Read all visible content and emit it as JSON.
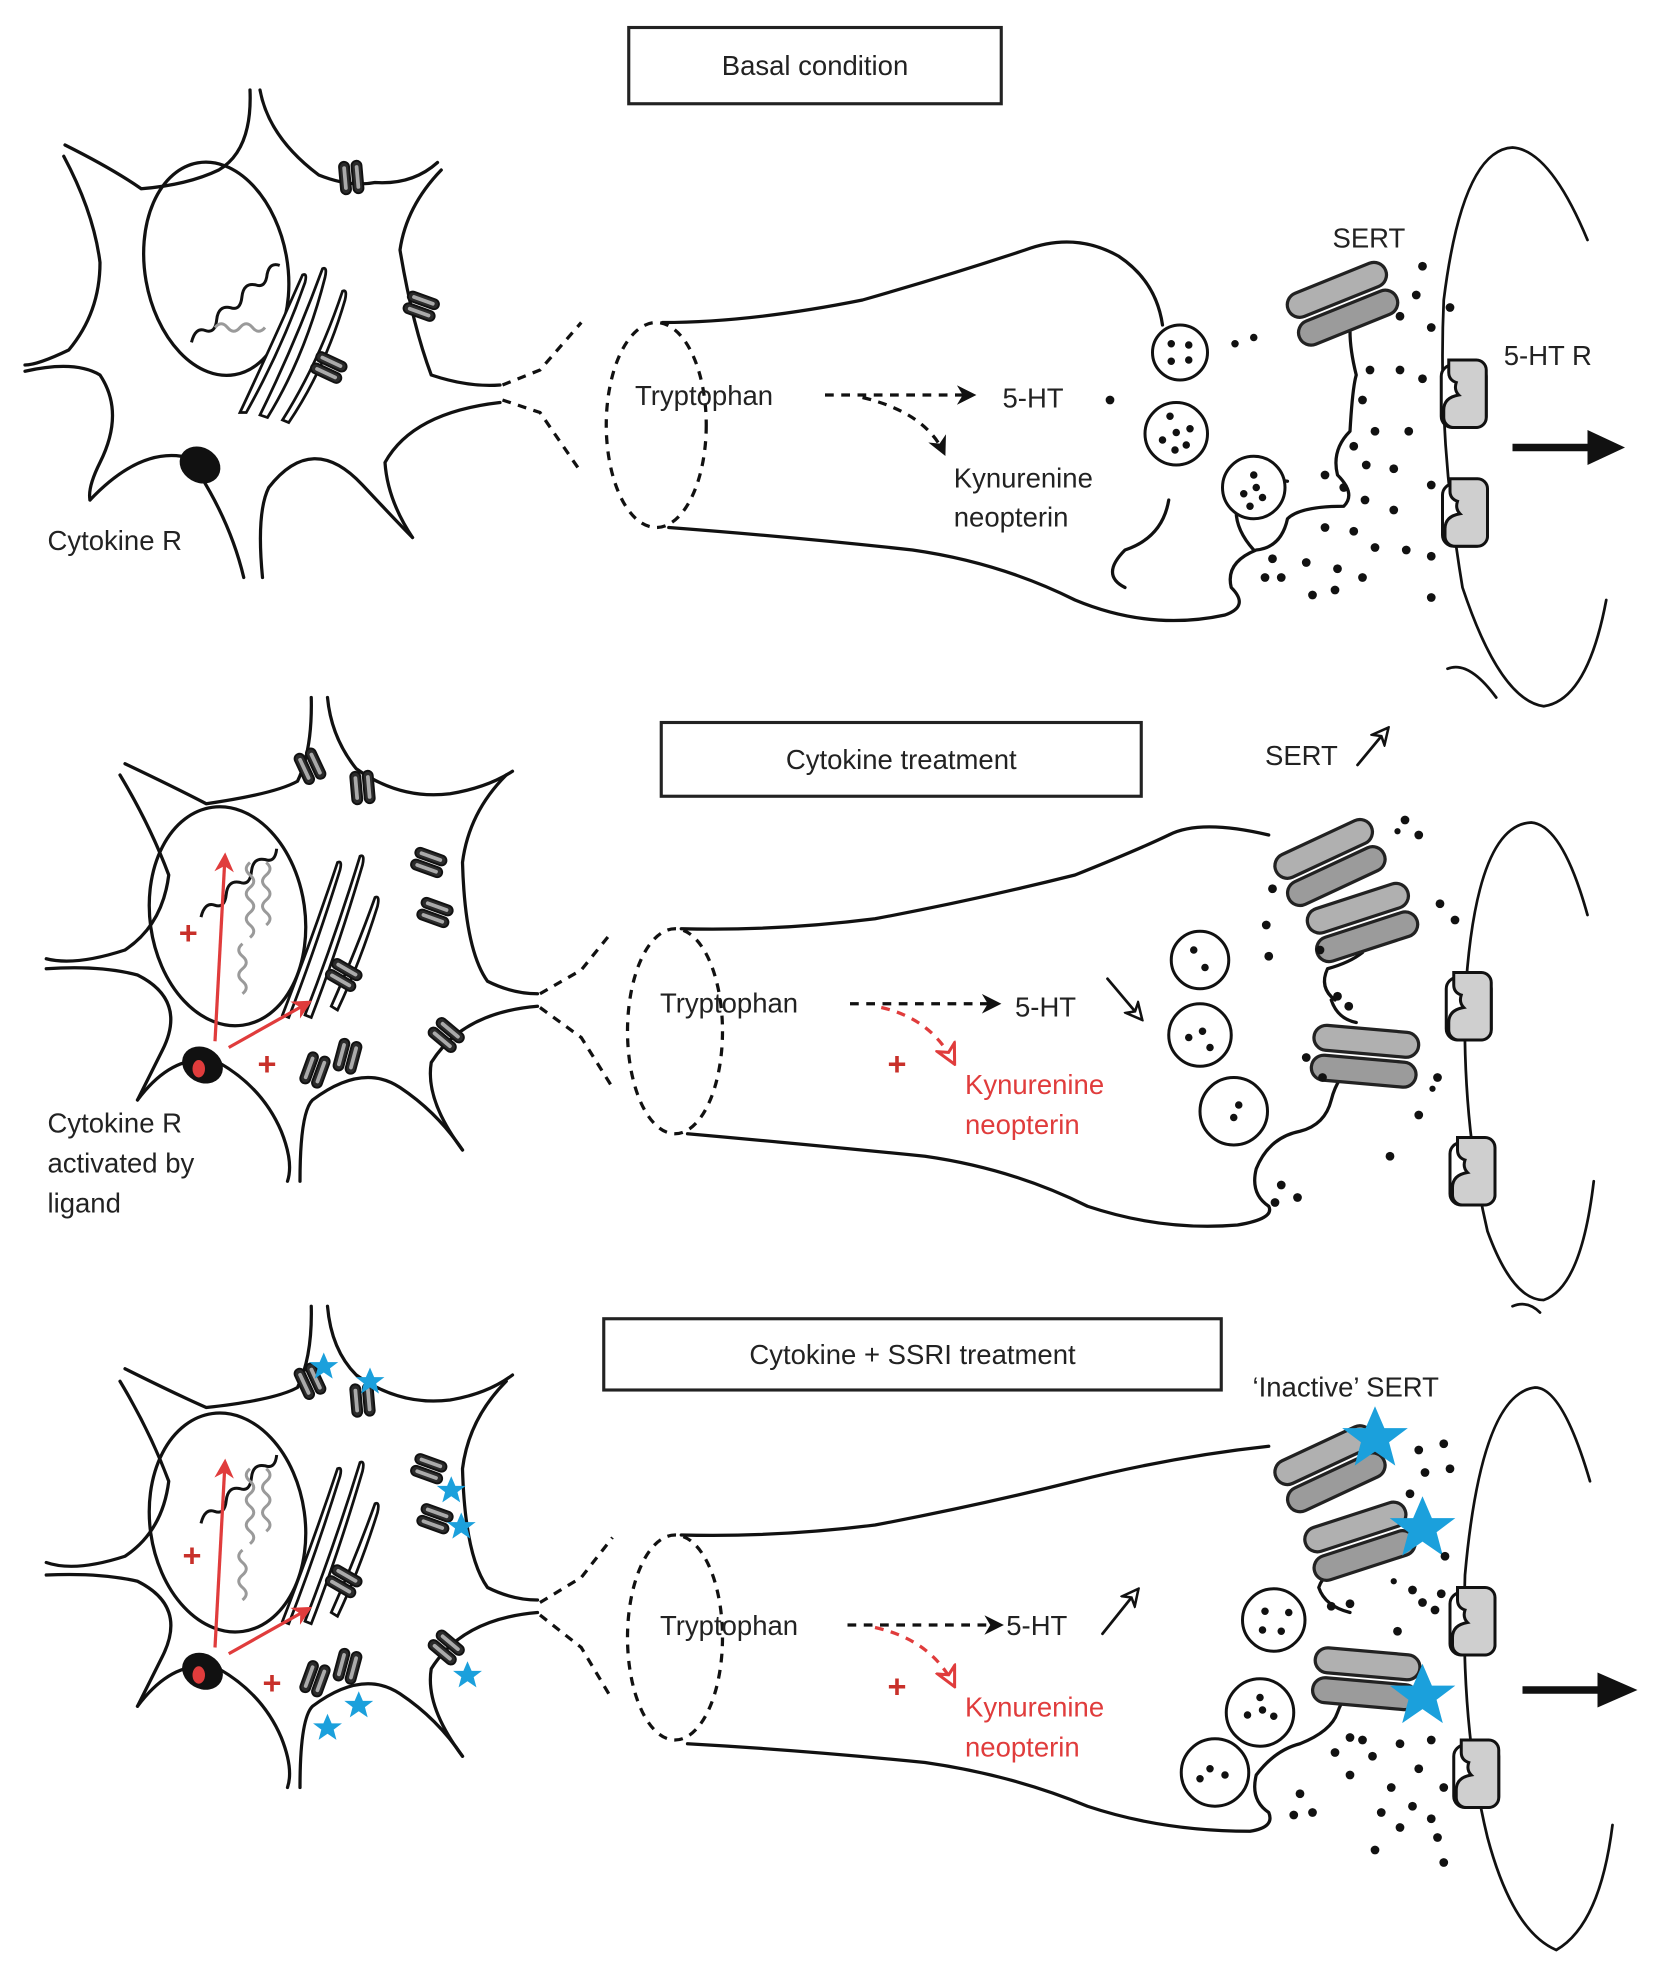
{
  "figure": {
    "title": "Serotonergic neuron under basal, cytokine and cytokine + SSRI conditions"
  },
  "colors": {
    "ink": "#111111",
    "red": "#e03c3c",
    "plus_red": "#c8302a",
    "ssri_blue": "#1ba0dc",
    "sert_gray": "#9b9b9b",
    "receptor_gray": "#cfcfcf"
  },
  "panels": [
    {
      "id": "basal",
      "title": "Basal condition",
      "cell_label": [
        "Cytokine R"
      ],
      "precursor": "Tryptophan",
      "product": "5-HT",
      "byproducts": [
        "Kynurenine",
        "neopterin"
      ],
      "byproduct_color": "black",
      "sert_label": "SERT",
      "receptor_label": "5-HT R",
      "signal_arrow": "right-arrow-icon"
    },
    {
      "id": "cytokine",
      "title": "Cytokine treatment",
      "cell_label": [
        "Cytokine R",
        "activated by",
        "ligand"
      ],
      "precursor": "Tryptophan",
      "product": "5-HT",
      "product_change": "decrease-arrow-icon",
      "byproducts": [
        "Kynurenine",
        "neopterin"
      ],
      "byproduct_color": "red",
      "plus_sign": "+",
      "sert_label": "SERT",
      "sert_change": "increase-arrow-icon"
    },
    {
      "id": "cytokine-ssri",
      "title": "Cytokine + SSRI treatment",
      "precursor": "Tryptophan",
      "product": "5-HT",
      "product_change": "increase-arrow-icon",
      "byproducts": [
        "Kynurenine",
        "neopterin"
      ],
      "byproduct_color": "red",
      "plus_sign": "+",
      "sert_label": "‘Inactive’ SERT",
      "ssri_marker": "star-icon",
      "signal_arrow": "right-arrow-icon"
    }
  ]
}
